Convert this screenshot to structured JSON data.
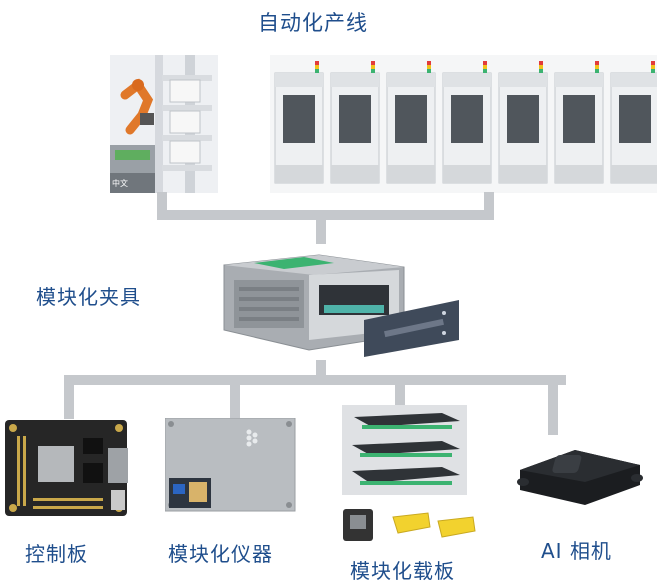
{
  "title": "自动化产线",
  "colors": {
    "label": "#1f4e8c",
    "connector": "#c5c8cc",
    "pcb": "#2a2a2a",
    "metal": "#b8bcc0",
    "cabinet": "#eef0f2",
    "accent_green": "#3cb371",
    "yellow": "#f2d22e"
  },
  "nodes": {
    "line": {
      "label": "自动化产线",
      "photo_caption": "中文"
    },
    "fixture": {
      "label": "模块化夹具"
    },
    "children": [
      {
        "label": "控制板",
        "icon": "control-board"
      },
      {
        "label": "模块化仪器",
        "icon": "instrument-module"
      },
      {
        "label": "模块化载板",
        "icon": "carrier-board"
      },
      {
        "label": "AI 相机",
        "icon": "ai-camera"
      }
    ]
  }
}
